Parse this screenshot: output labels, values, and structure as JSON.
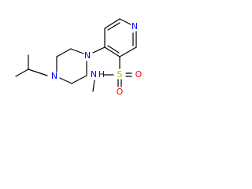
{
  "molecule": {
    "atoms": {
      "pyridine_n": {
        "label": "N",
        "color": "#0000ff"
      },
      "piperazine_n_top": {
        "label": "N",
        "color": "#0000ff"
      },
      "piperazine_n_bottom": {
        "label": "N",
        "color": "#0000ff"
      },
      "sulfonamide_n": {
        "label": "N",
        "color": "#0000ff"
      },
      "sulfonamide_h": {
        "label": "H",
        "color": "#0000ff"
      },
      "sulfur": {
        "label": "S",
        "color": "#b8b800"
      },
      "oxygen_right": {
        "label": "O",
        "color": "#ff0000"
      },
      "oxygen_bottom": {
        "label": "O",
        "color": "#ff0000"
      }
    },
    "bond_color": "#000000"
  }
}
